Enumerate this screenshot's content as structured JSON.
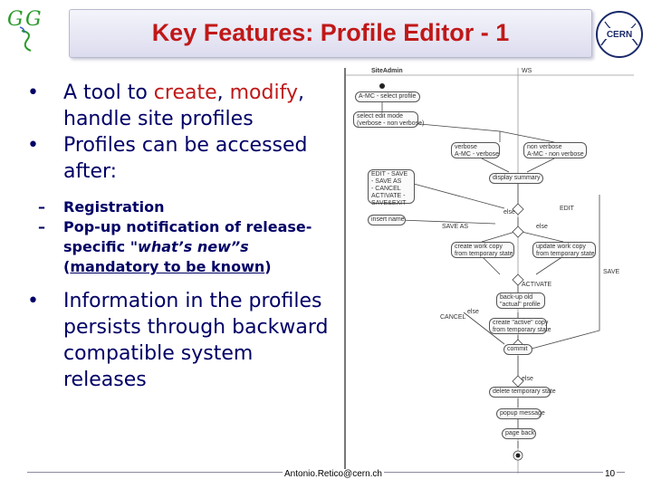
{
  "header": {
    "title": "Key Features: Profile Editor - 1",
    "logo_left_icon": "gg-logo-icon",
    "logo_right_icon": "cern-logo-icon",
    "logo_right_text": "CERN"
  },
  "bullets": {
    "b1_pre": "A tool to ",
    "b1_create": "create",
    "b1_comma": ", ",
    "b1_modify": "modify",
    "b1_post": ", handle site profiles",
    "b2": "Profiles can be accessed after:",
    "sub1": "Registration",
    "sub2_pre": "Pop-up notification of release-specific ",
    "sub2_quote": "\"what’s new”s",
    "sub2_mid": " (",
    "sub2_link": "mandatory to be known",
    "sub2_end": ")",
    "b3": "Information in the profiles persists through backward compatible system releases"
  },
  "diagram": {
    "lane_left": "SiteAdmin",
    "lane_right": "WS",
    "boxes": {
      "amc_select": "A-MC - select profile",
      "select_mode": "select edit mode\n(verbose - non verbose)",
      "verbose": "verbose\nA-MC - verbose",
      "non_verbose": "non verbose\nA-MC - non verbose",
      "edit_save": "EDIT - SAVE\n- SAVE AS\n- CANCEL\nACTIVATE -\nSAVE&EXIT",
      "display_summary": "display summary",
      "insert_name": "insert name",
      "create_temp": "create work copy\nfrom temporary state",
      "update_work": "update work copy\nfrom temporary state",
      "backup": "back-up old\n\"actual\" profile",
      "create_active": "create \"active\" copy\nfrom temporary state",
      "commit": "commit",
      "delete_temp": "delete temporary state",
      "popup": "popup message",
      "page_back": "page back"
    },
    "labels": {
      "else1": "else",
      "edit": "EDIT",
      "save_as": "SAVE AS",
      "else2": "else",
      "activate": "ACTIVATE",
      "save": "SAVE",
      "cancel": "CANCEL",
      "else3": "else",
      "else4": "else"
    }
  },
  "footer": {
    "author": "Antonio.Retico@cern.ch",
    "page_number": "10"
  },
  "colors": {
    "title": "#c01818",
    "body_text": "#000066",
    "accent_red": "#c01818",
    "banner_top": "#f4f4fb",
    "banner_bottom": "#dcdcef"
  }
}
